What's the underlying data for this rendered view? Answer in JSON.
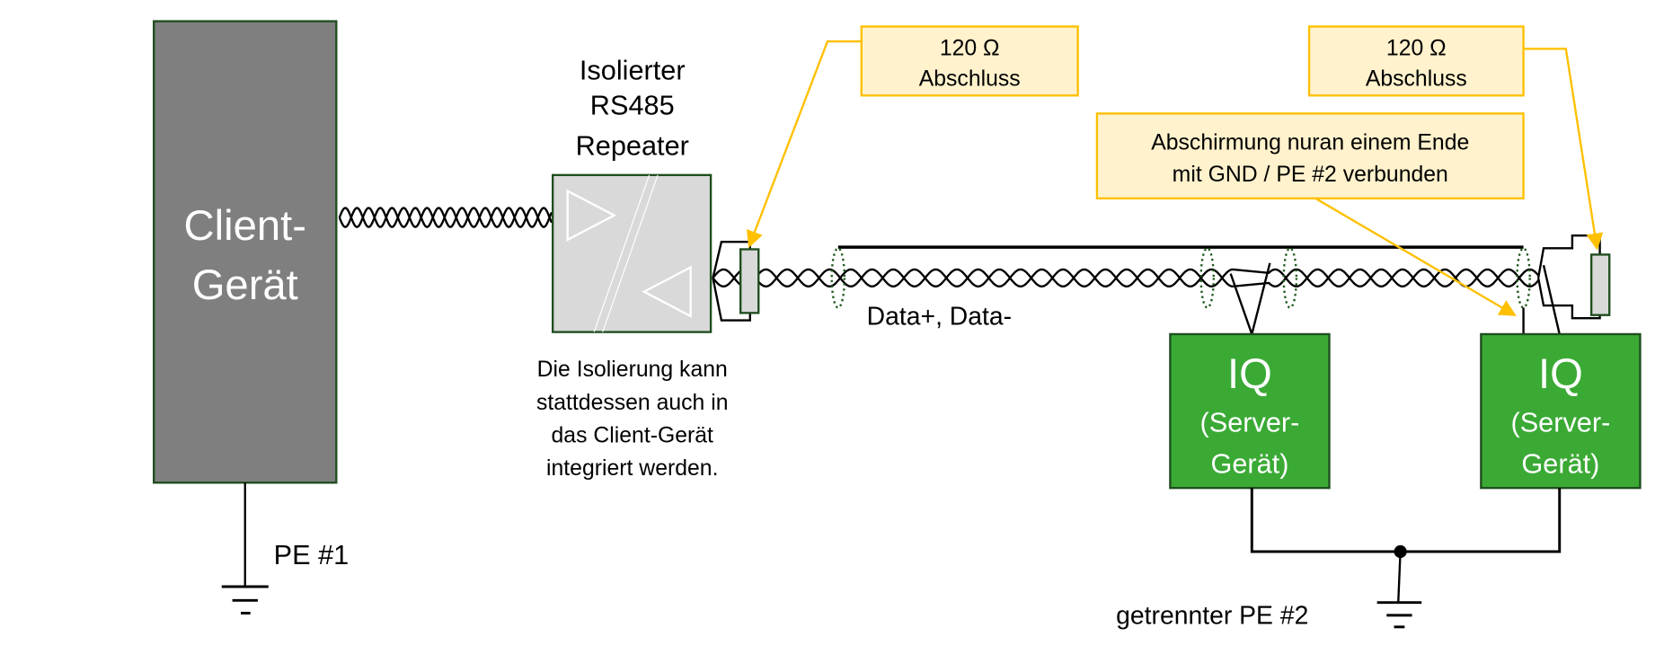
{
  "client": {
    "line1": "Client-",
    "line2": "Gerät",
    "ground_label": "PE #1"
  },
  "repeater": {
    "title": [
      "Isolierter",
      "RS485",
      "Repeater"
    ],
    "note": [
      "Die Isolierung kann",
      "stattdessen auch in",
      "das Client-Gerät",
      "integriert werden."
    ]
  },
  "bus": {
    "label": "Data+, Data-"
  },
  "servers": [
    {
      "line1": "IQ",
      "line2": "(Server-",
      "line3": "Gerät)"
    },
    {
      "line1": "IQ",
      "line2": "(Server-",
      "line3": "Gerät)"
    }
  ],
  "ground2": {
    "label": "getrennter PE #2"
  },
  "callouts": [
    {
      "line1": "120 Ω",
      "line2": "Abschluss"
    },
    {
      "line1": "120 Ω",
      "line2": "Abschluss"
    },
    {
      "line1": "Abschirmung nuran einem Ende",
      "line2": "mit GND / PE #2 verbunden"
    }
  ],
  "colors": {
    "client": "#7f7f7f",
    "server": "#3aaa35",
    "border": "#1f4e1f",
    "callout_fill": "#fff2cc",
    "callout_stroke": "#ffc000",
    "repeater": "#d9d9d9"
  }
}
